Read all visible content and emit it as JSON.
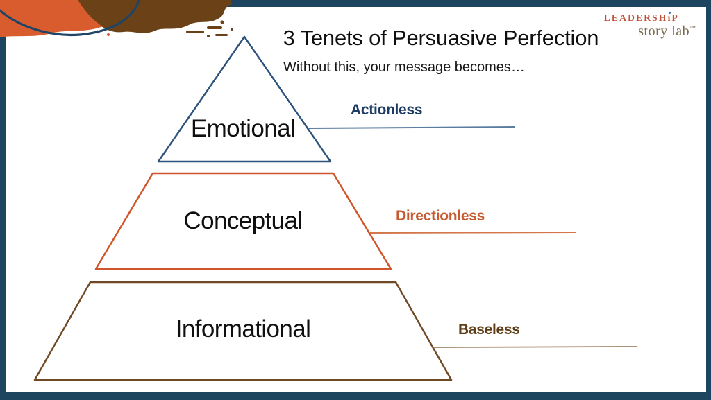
{
  "slide": {
    "title": "3 Tenets of Persuasive Perfection",
    "subtitle": "Without this, your message becomes…"
  },
  "logo": {
    "brand_pre": "LEADERSH",
    "brand_i": "ı",
    "brand_post": "P",
    "wordmark": "story lab",
    "trademark": "™"
  },
  "pyramid": {
    "levels": [
      {
        "label": "Emotional",
        "consequence": "Actionless"
      },
      {
        "label": "Conceptual",
        "consequence": "Directionless"
      },
      {
        "label": "Informational",
        "consequence": "Baseless"
      }
    ]
  },
  "colors": {
    "frame": "#1e455f",
    "emotional_stroke": "#2d537c",
    "conceptual_stroke": "#d0552a",
    "informational_stroke": "#6f4a24",
    "actionless_text": "#1e3c63",
    "directionless_text": "#c65b30",
    "baseless_text": "#5e3c16",
    "connector_blue": "#5a7ca0",
    "connector_orange": "#d3764a",
    "connector_brown": "#8f6f4a",
    "brush_orange": "#d85c2e",
    "brush_brown": "#6b4118",
    "curve_navy": "#1f4466",
    "logo_red": "#c05138",
    "logo_brown": "#7c6a52"
  }
}
